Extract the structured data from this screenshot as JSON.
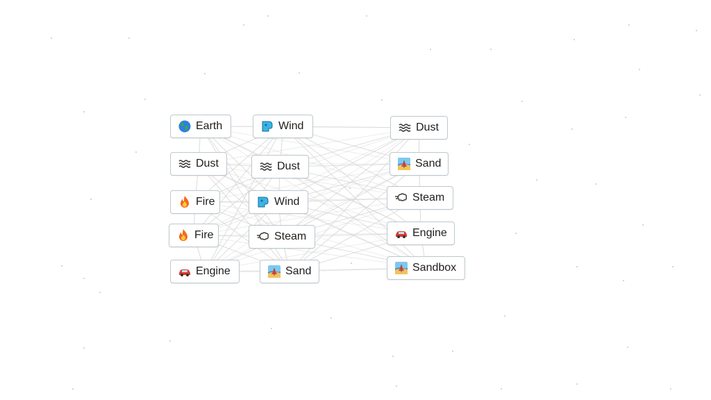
{
  "canvas": {
    "tiles": [
      {
        "name": "tile-earth",
        "icon": "globe-icon",
        "label": "Earth"
      },
      {
        "name": "tile-dust",
        "icon": "waves-icon",
        "label": "Dust"
      },
      {
        "name": "tile-fire",
        "icon": "fire-icon",
        "label": "Fire"
      },
      {
        "name": "tile-fire",
        "icon": "fire-icon",
        "label": "Fire"
      },
      {
        "name": "tile-engine",
        "icon": "car-icon",
        "label": "Engine"
      },
      {
        "name": "tile-wind",
        "icon": "wind-icon",
        "label": "Wind"
      },
      {
        "name": "tile-dust",
        "icon": "waves-icon",
        "label": "Dust"
      },
      {
        "name": "tile-wind",
        "icon": "wind-icon",
        "label": "Wind"
      },
      {
        "name": "tile-steam",
        "icon": "steam-icon",
        "label": "Steam"
      },
      {
        "name": "tile-sand",
        "icon": "beach-icon",
        "label": "Sand"
      },
      {
        "name": "tile-dust",
        "icon": "waves-icon",
        "label": "Dust"
      },
      {
        "name": "tile-sand",
        "icon": "beach-icon",
        "label": "Sand"
      },
      {
        "name": "tile-steam",
        "icon": "steam-icon",
        "label": "Steam"
      },
      {
        "name": "tile-engine",
        "icon": "car-icon",
        "label": "Engine"
      },
      {
        "name": "tile-sandbox",
        "icon": "beach-icon",
        "label": "Sandbox"
      }
    ]
  },
  "colors": {
    "tile_border": "#bcc8cf",
    "connection_line": "#d6d6d6",
    "background": "#ffffff"
  }
}
